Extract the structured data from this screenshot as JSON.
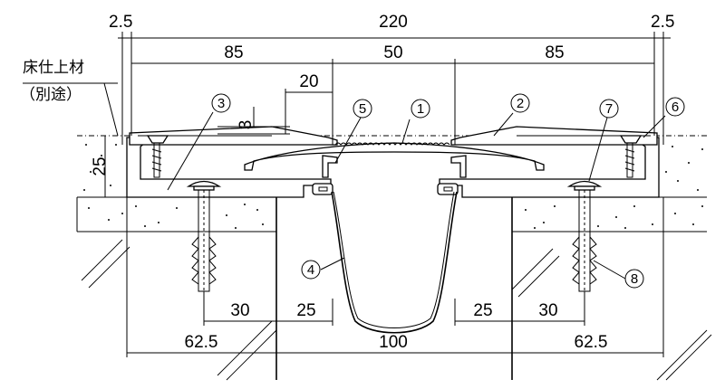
{
  "dimensions": {
    "overall_left_margin": "2.5",
    "overall_width": "220",
    "overall_right_margin": "2.5",
    "left_plate": "85",
    "center_cover": "50",
    "right_plate": "85",
    "bevel_length": "20",
    "bevel_height": "3",
    "depth": "25",
    "anchor_offset_left": "30",
    "gap_offset_left": "25",
    "gap_offset_right": "25",
    "anchor_offset_right": "30",
    "base_left": "62.5",
    "joint_gap": "100",
    "base_right": "62.5"
  },
  "labels": {
    "floor_finish_line1": "床仕上材",
    "floor_finish_line2": "（別途）"
  },
  "callouts": [
    "1",
    "2",
    "3",
    "4",
    "5",
    "6",
    "7",
    "8"
  ]
}
